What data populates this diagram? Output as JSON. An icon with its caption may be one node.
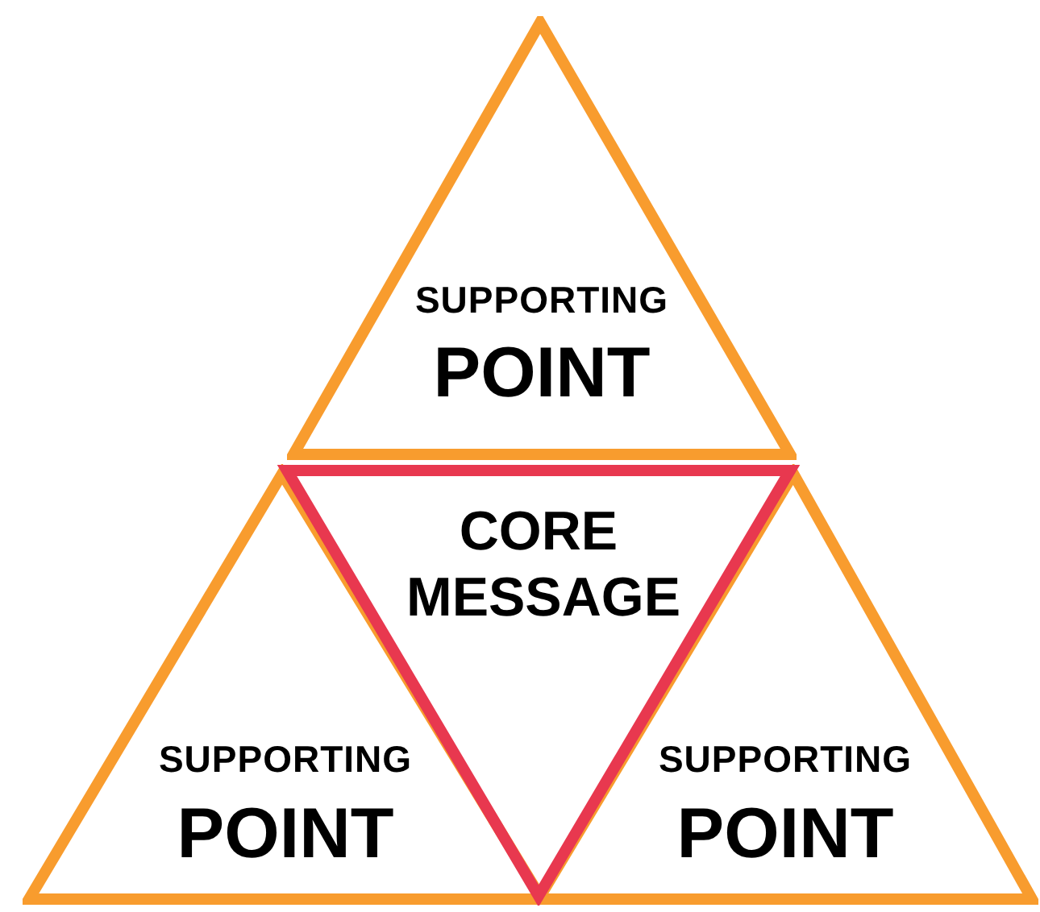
{
  "diagram": {
    "nodes": [
      {
        "text": [
          "SUPPORTING",
          "POINT"
        ]
      },
      {
        "text": [
          "CORE MESSAGE"
        ]
      },
      {
        "text": [
          "SUPPORTING",
          "POINT"
        ]
      },
      {
        "text": [
          "SUPPORTING",
          "POINT"
        ]
      }
    ]
  }
}
